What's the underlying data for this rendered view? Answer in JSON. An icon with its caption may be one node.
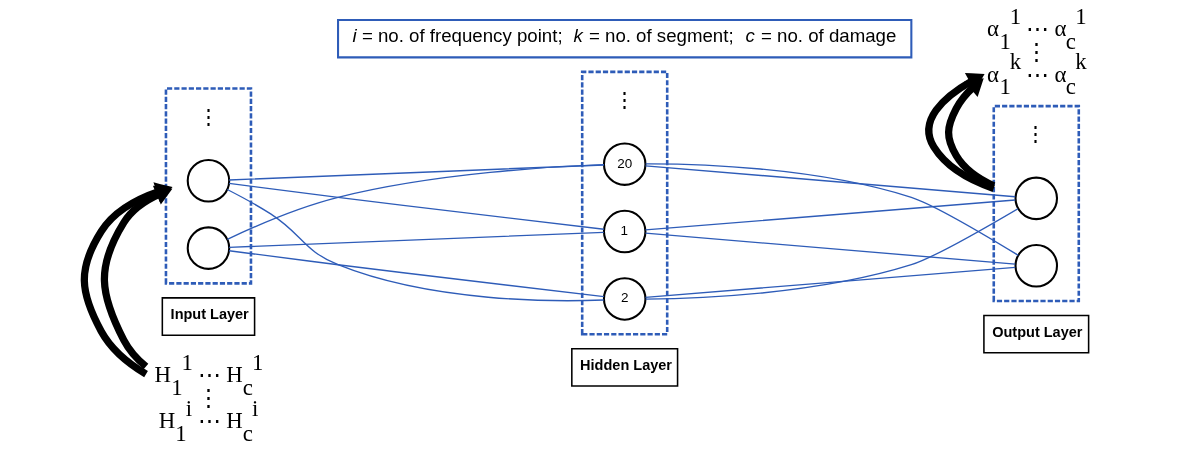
{
  "diagram": {
    "nodes": [
      {
        "text": [
          "H$_{1}$$^{1}$ ⋯ H$_{c}$$^{1}$",
          "⋮",
          "H$_{1}$$^{i}$ ⋯ H$_{c}$$^{i}$"
        ]
      },
      {
        "text": [
          "Input Layer"
        ]
      },
      {
        "text": [
          "Hidden Layer"
        ]
      },
      {
        "text": [
          "Output Layer"
        ]
      },
      {
        "text": [],
        "shape": "box"
      },
      {
        "text": [],
        "shape": "circle",
        "in": 4
      },
      {
        "text": [],
        "shape": "circle",
        "in": 4
      },
      {
        "text": [],
        "shape": "box"
      },
      {
        "text": [
          "1"
        ],
        "in": 7
      },
      {
        "text": [
          "2"
        ],
        "in": 7
      },
      {
        "text": [
          "20"
        ],
        "in": 7
      },
      {
        "text": [],
        "shape": "box"
      },
      {
        "text": [],
        "shape": "circle",
        "in": 11
      },
      {
        "text": [],
        "shape": "circle",
        "in": 11
      },
      {
        "text": [
          "α$_{1}$$^{1}$ ⋯ α$_{c}$$^{1}$",
          "⋮",
          "α$_{1}$$^{k}$ ⋯ α$_{c}$$^{k}$"
        ]
      },
      {
        "text": [
          "*i* = no. of frequency point;  *k* = no. of segment;  *c* = no. of damage"
        ]
      }
    ],
    "edges": [
      {
        "from": 0,
        "to": 4,
        "arrow": "to",
        "style": "thick",
        "color": "#000000"
      },
      {
        "from": 0,
        "to": 4,
        "arrow": "to",
        "style": "thick",
        "color": "#000000"
      },
      {
        "from": 5,
        "to": 8,
        "arrow": "none"
      },
      {
        "from": 5,
        "to": 9,
        "arrow": "none"
      },
      {
        "from": 5,
        "to": 10,
        "arrow": "none"
      },
      {
        "from": 6,
        "to": 8,
        "arrow": "none"
      },
      {
        "from": 6,
        "to": 9,
        "arrow": "none"
      },
      {
        "from": 6,
        "to": 10,
        "arrow": "none"
      },
      {
        "from": 8,
        "to": 12,
        "arrow": "none"
      },
      {
        "from": 8,
        "to": 13,
        "arrow": "none"
      },
      {
        "from": 9,
        "to": 12,
        "arrow": "none"
      },
      {
        "from": 9,
        "to": 13,
        "arrow": "none"
      },
      {
        "from": 10,
        "to": 12,
        "arrow": "none"
      },
      {
        "from": 10,
        "to": 13,
        "arrow": "none"
      },
      {
        "from": 11,
        "to": 14,
        "arrow": "to",
        "style": "thick",
        "color": "#000000"
      },
      {
        "from": 11,
        "to": 14,
        "arrow": "to",
        "style": "thick",
        "color": "#000000"
      }
    ],
    "labels": [
      "⋮",
      "⋮",
      "⋮"
    ]
  }
}
